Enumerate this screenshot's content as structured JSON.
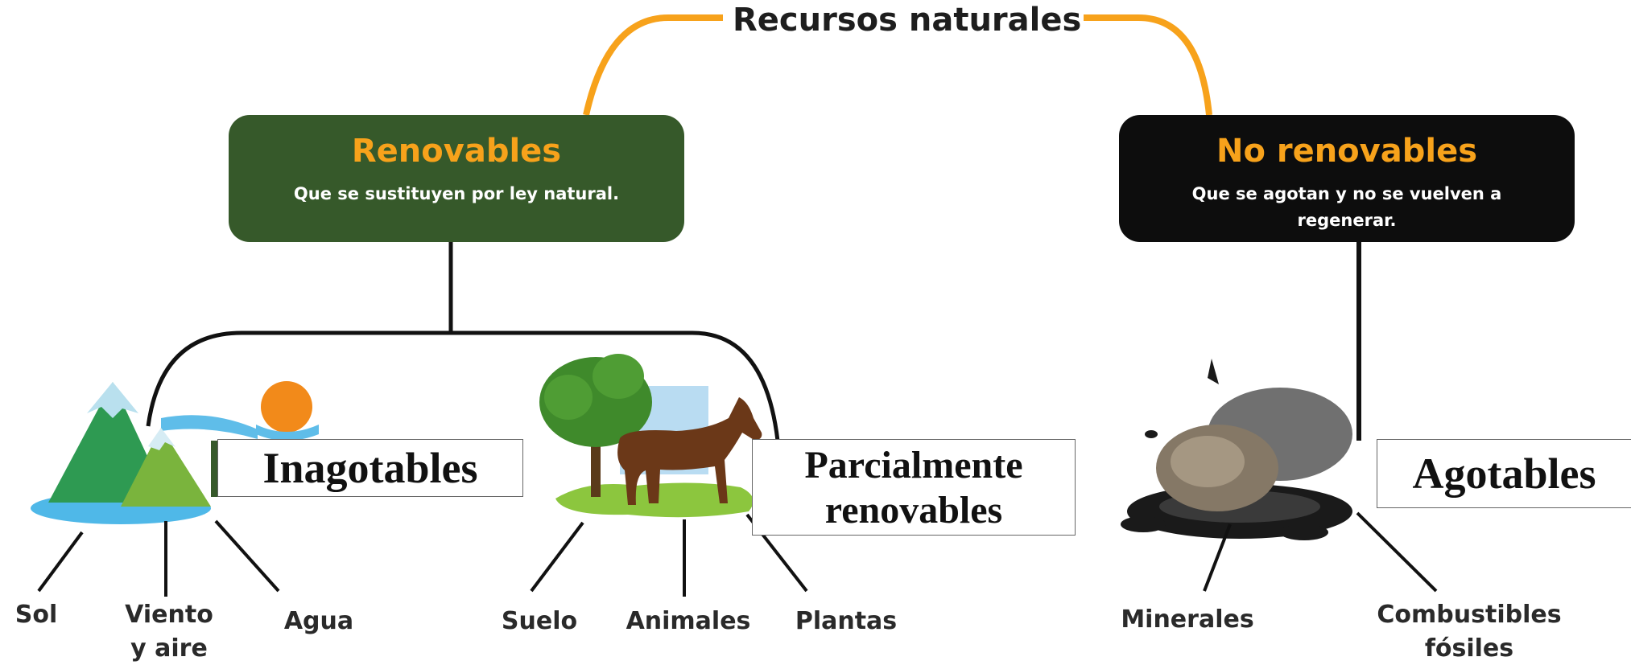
{
  "title": "Recursos naturales",
  "renovables": {
    "title": "Renovables",
    "description": "Que se sustituyen por ley natural.",
    "color": "#36592a"
  },
  "no_renovables": {
    "title": "No renovables",
    "description": "Que se agotan y no se vuelven a regenerar.",
    "color": "#0d0d0d"
  },
  "accent_color": "#f7a21b",
  "inagotables": {
    "label": "Inagotables",
    "items": [
      "Sol",
      "Viento y aire",
      "Agua"
    ]
  },
  "parcialmente": {
    "label": "Parcialmente renovables",
    "items": [
      "Suelo",
      "Animales",
      "Plantas"
    ]
  },
  "agotables": {
    "label": "Agotables",
    "items": [
      "Minerales",
      "Combustibles fósiles"
    ]
  }
}
